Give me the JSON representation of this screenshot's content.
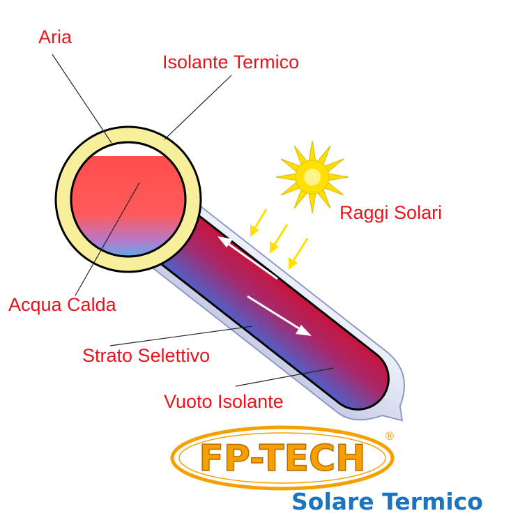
{
  "labels": {
    "aria": "Aria",
    "isolante_termico": "Isolante Termico",
    "raggi_solari": "Raggi Solari",
    "acqua_calda": "Acqua Calda",
    "strato_selettivo": "Strato Selettivo",
    "vuoto_isolante": "Vuoto Isolante"
  },
  "brand": {
    "logo_text": "FP-TECH",
    "registered": "®",
    "subtitle": "Solare Termico"
  },
  "colors": {
    "label_red": "#e8141b",
    "insulation_yellow": "#f8ef9c",
    "hot_water_red": "#ff4d4d",
    "cold_water_blue": "#4cb4f5",
    "tube_red": "#c8143c",
    "tube_blue": "#5060c8",
    "sun_yellow": "#ffe000",
    "logo_orange": "#f5a000",
    "brand_blue": "#1e73be"
  }
}
